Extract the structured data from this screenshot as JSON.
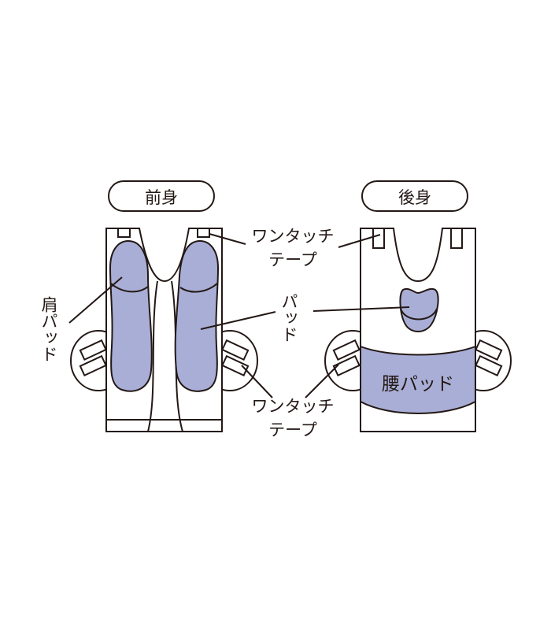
{
  "front": {
    "title": "前身"
  },
  "back": {
    "title": "後身",
    "waist_pad_label": "腰パッド"
  },
  "labels": {
    "one_touch_tape_top_line1": "ワンタッチ",
    "one_touch_tape_top_line2": "テープ",
    "shoulder_pad": "肩パッド",
    "pad": "パッド",
    "one_touch_tape_bottom_line1": "ワンタッチ",
    "one_touch_tape_bottom_line2": "テープ"
  },
  "colors": {
    "pad": "#a9aed6",
    "line": "#231815"
  }
}
